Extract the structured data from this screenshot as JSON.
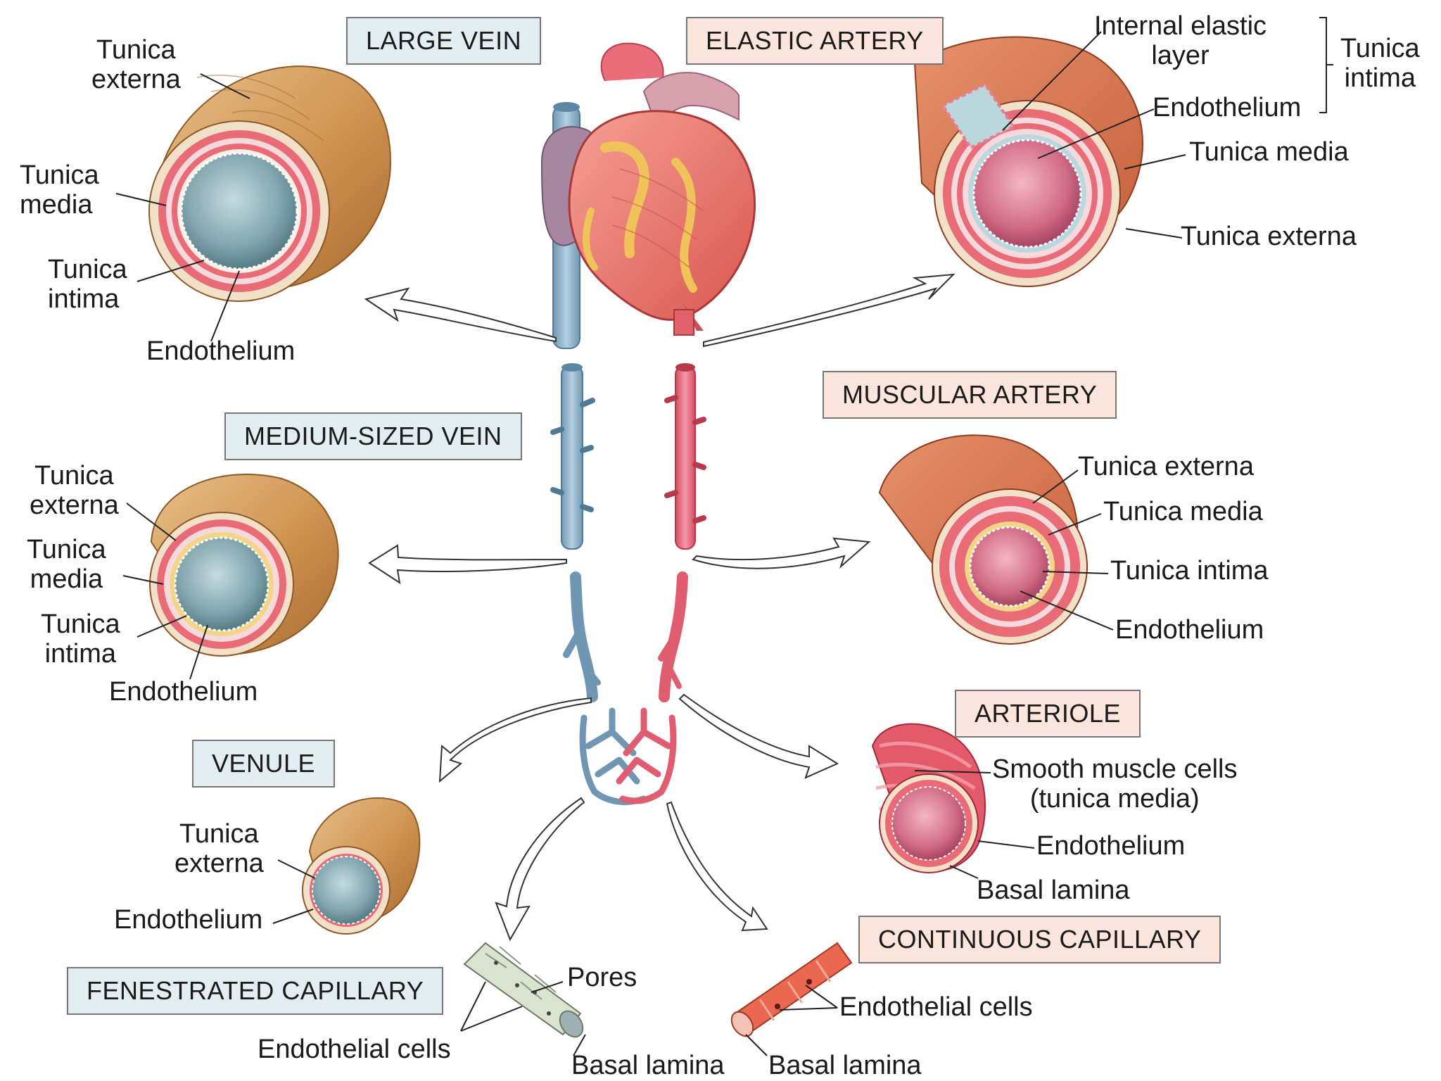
{
  "titles": {
    "large_vein": "LARGE VEIN",
    "elastic_artery": "ELASTIC ARTERY",
    "medium_vein": "MEDIUM-SIZED VEIN",
    "muscular_artery": "MUSCULAR ARTERY",
    "venule": "VENULE",
    "arteriole": "ARTERIOLE",
    "fenestrated_capillary": "FENESTRATED CAPILLARY",
    "continuous_capillary": "CONTINUOUS CAPILLARY"
  },
  "large_vein": {
    "tunica_externa": "Tunica\nexterna",
    "tunica_media": "Tunica\nmedia",
    "tunica_intima": "Tunica\nintima",
    "endothelium": "Endothelium"
  },
  "elastic_artery": {
    "internal_elastic_layer": "Internal elastic\nlayer",
    "tunica_intima": "Tunica\nintima",
    "endothelium": "Endothelium",
    "tunica_media": "Tunica media",
    "tunica_externa": "Tunica externa"
  },
  "medium_vein": {
    "tunica_externa": "Tunica\nexterna",
    "tunica_media": "Tunica\nmedia",
    "tunica_intima": "Tunica\nintima",
    "endothelium": "Endothelium"
  },
  "muscular_artery": {
    "tunica_externa": "Tunica externa",
    "tunica_media": "Tunica media",
    "tunica_intima": "Tunica intima",
    "endothelium": "Endothelium"
  },
  "venule": {
    "tunica_externa": "Tunica\nexterna",
    "endothelium": "Endothelium"
  },
  "arteriole": {
    "smooth_muscle": "Smooth muscle cells\n(tunica media)",
    "endothelium": "Endothelium",
    "basal_lamina": "Basal lamina"
  },
  "fenestrated_capillary": {
    "pores": "Pores",
    "endothelial_cells": "Endothelial cells",
    "basal_lamina": "Basal lamina"
  },
  "continuous_capillary": {
    "endothelial_cells": "Endothelial cells",
    "basal_lamina": "Basal lamina"
  },
  "colors": {
    "vein_blue": "#8fb2c8",
    "artery_red": "#e66478",
    "externa_tan": "#d6a160",
    "media_pink": "#e86b76",
    "lumen_vein": "#6f929c",
    "lumen_artery": "#c8506a",
    "vein_box_bg": "#e3eef3",
    "artery_box_bg": "#fbe5dc"
  }
}
